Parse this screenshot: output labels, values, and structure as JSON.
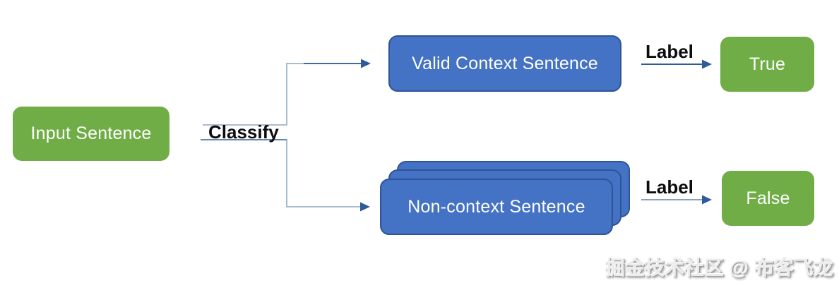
{
  "diagram": {
    "nodes": {
      "input": "Input Sentence",
      "valid": "Valid Context Sentence",
      "noncontext": "Non-context Sentence",
      "true_result": "True",
      "false_result": "False"
    },
    "labels": {
      "classify": "Classify",
      "label_top": "Label",
      "label_bottom": "Label"
    },
    "watermark": "掘金技术社区 @ 布客飞龙",
    "colors": {
      "node_green": "#70ad47",
      "node_blue": "#4472c4",
      "node_blue_border": "#2f5496",
      "connector_light": "#9fb2ca",
      "connector_dark": "#2f5b9b",
      "node_text": "#ffffff",
      "label_text": "#0d0d0d"
    }
  }
}
